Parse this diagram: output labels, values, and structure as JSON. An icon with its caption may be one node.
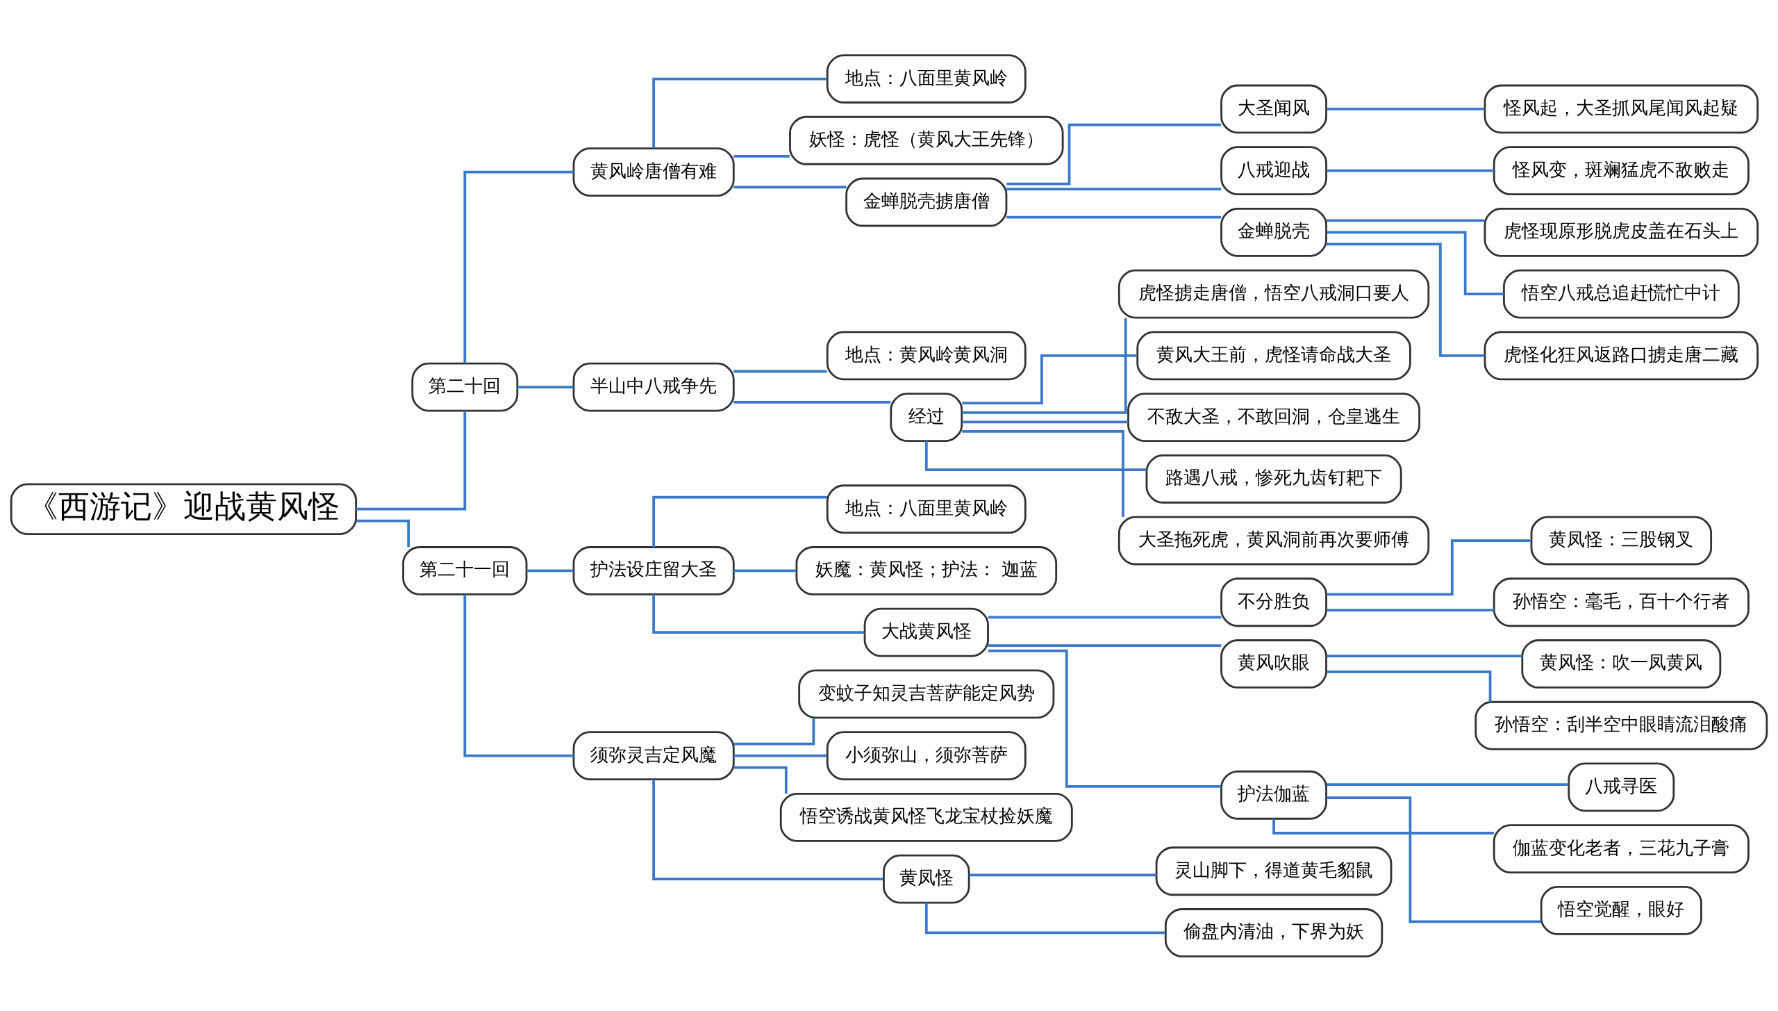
{
  "diagram": {
    "nodes": [
      {
        "text": [
          "《西游记》迎战黄风怪"
        ]
      },
      {
        "text": [
          "第二十回"
        ]
      },
      {
        "text": [
          "黄风岭唐僧有难"
        ]
      },
      {
        "text": [
          "地点：八面里黄风岭"
        ]
      },
      {
        "text": [
          "妖怪：虎怪（黄风大王先锋）"
        ]
      },
      {
        "text": [
          "金蝉脱壳掳唐僧"
        ]
      },
      {
        "text": [
          "大圣闻风"
        ]
      },
      {
        "text": [
          "怪风起，大圣抓风尾闻风起疑"
        ]
      },
      {
        "text": [
          "八戒迎战"
        ]
      },
      {
        "text": [
          "怪风变，斑斓猛虎不敌败走"
        ]
      },
      {
        "text": [
          "金蝉脱壳"
        ]
      },
      {
        "text": [
          "虎怪现原形脱虎皮盖在石头上"
        ]
      },
      {
        "text": [
          "悟空八戒总追赶慌忙中计"
        ]
      },
      {
        "text": [
          "虎怪化狂风返路口掳走唐二藏"
        ]
      },
      {
        "text": [
          "半山中八戒争先"
        ]
      },
      {
        "text": [
          "地点：黄风岭黄风洞"
        ]
      },
      {
        "text": [
          "经过"
        ]
      },
      {
        "text": [
          "虎怪掳走唐僧，悟空八戒洞口要人"
        ]
      },
      {
        "text": [
          "黄风大王前，虎怪请命战大圣"
        ]
      },
      {
        "text": [
          "不敌大圣，不敢回洞，仓皇逃生"
        ]
      },
      {
        "text": [
          "路遇八戒，惨死九齿钉耙下"
        ]
      },
      {
        "text": [
          "大圣拖死虎，黄风洞前再次要师傅"
        ]
      },
      {
        "text": [
          "第二十一回"
        ]
      },
      {
        "text": [
          "护法设庄留大圣"
        ]
      },
      {
        "text": [
          "地点：八面里黄风岭"
        ]
      },
      {
        "text": [
          "妖魔：黄风怪；护法： 迦蓝"
        ]
      },
      {
        "text": [
          "大战黄风怪"
        ]
      },
      {
        "text": [
          "不分胜负"
        ]
      },
      {
        "text": [
          "黄凤怪：三股钢叉"
        ]
      },
      {
        "text": [
          "孙悟空：毫毛，百十个行者"
        ]
      },
      {
        "text": [
          "黄风吹眼"
        ]
      },
      {
        "text": [
          "黄风怪：吹一凤黄风"
        ]
      },
      {
        "text": [
          "孙悟空：刮半空中眼睛流泪酸痛"
        ]
      },
      {
        "text": [
          "护法伽蓝"
        ]
      },
      {
        "text": [
          "八戒寻医"
        ]
      },
      {
        "text": [
          "伽蓝变化老者，三花九子膏"
        ]
      },
      {
        "text": [
          "悟空觉醒，眼好"
        ]
      },
      {
        "text": [
          "须弥灵吉定风魔"
        ]
      },
      {
        "text": [
          "变蚊子知灵吉菩萨能定风势"
        ]
      },
      {
        "text": [
          "小须弥山，须弥菩萨"
        ]
      },
      {
        "text": [
          "悟空诱战黄风怪飞龙宝杖捡妖魔"
        ]
      },
      {
        "text": [
          "黄凤怪"
        ]
      },
      {
        "text": [
          "灵山脚下，得道黄毛貂鼠"
        ]
      },
      {
        "text": [
          "偷盘内清油，下界为妖"
        ]
      }
    ],
    "edges": [
      {
        "from": 0,
        "to": 1,
        "arrow": "none"
      },
      {
        "from": 1,
        "to": 2,
        "arrow": "none"
      },
      {
        "from": 2,
        "to": 3,
        "arrow": "none"
      },
      {
        "from": 2,
        "to": 4,
        "arrow": "none"
      },
      {
        "from": 2,
        "to": 5,
        "arrow": "none"
      },
      {
        "from": 5,
        "to": 6,
        "arrow": "none"
      },
      {
        "from": 6,
        "to": 7,
        "arrow": "none"
      },
      {
        "from": 5,
        "to": 8,
        "arrow": "none"
      },
      {
        "from": 8,
        "to": 9,
        "arrow": "none"
      },
      {
        "from": 5,
        "to": 10,
        "arrow": "none"
      },
      {
        "from": 10,
        "to": 11,
        "arrow": "none"
      },
      {
        "from": 10,
        "to": 12,
        "arrow": "none"
      },
      {
        "from": 10,
        "to": 13,
        "arrow": "none"
      },
      {
        "from": 1,
        "to": 14,
        "arrow": "none"
      },
      {
        "from": 14,
        "to": 15,
        "arrow": "none"
      },
      {
        "from": 14,
        "to": 16,
        "arrow": "none"
      },
      {
        "from": 16,
        "to": 17,
        "arrow": "none"
      },
      {
        "from": 16,
        "to": 18,
        "arrow": "none"
      },
      {
        "from": 16,
        "to": 19,
        "arrow": "none"
      },
      {
        "from": 16,
        "to": 20,
        "arrow": "none"
      },
      {
        "from": 16,
        "to": 21,
        "arrow": "none"
      },
      {
        "from": 0,
        "to": 22,
        "arrow": "none"
      },
      {
        "from": 22,
        "to": 23,
        "arrow": "none"
      },
      {
        "from": 23,
        "to": 24,
        "arrow": "none"
      },
      {
        "from": 23,
        "to": 25,
        "arrow": "none"
      },
      {
        "from": 23,
        "to": 26,
        "arrow": "none"
      },
      {
        "from": 26,
        "to": 27,
        "arrow": "none"
      },
      {
        "from": 27,
        "to": 28,
        "arrow": "none"
      },
      {
        "from": 27,
        "to": 29,
        "arrow": "none"
      },
      {
        "from": 26,
        "to": 30,
        "arrow": "none"
      },
      {
        "from": 30,
        "to": 31,
        "arrow": "none"
      },
      {
        "from": 30,
        "to": 32,
        "arrow": "none"
      },
      {
        "from": 26,
        "to": 33,
        "arrow": "none"
      },
      {
        "from": 33,
        "to": 34,
        "arrow": "none"
      },
      {
        "from": 33,
        "to": 35,
        "arrow": "none"
      },
      {
        "from": 33,
        "to": 36,
        "arrow": "none"
      },
      {
        "from": 22,
        "to": 37,
        "arrow": "none"
      },
      {
        "from": 37,
        "to": 38,
        "arrow": "none"
      },
      {
        "from": 37,
        "to": 39,
        "arrow": "none"
      },
      {
        "from": 37,
        "to": 40,
        "arrow": "none"
      },
      {
        "from": 37,
        "to": 41,
        "arrow": "none"
      },
      {
        "from": 41,
        "to": 42,
        "arrow": "none"
      },
      {
        "from": 41,
        "to": 43,
        "arrow": "none"
      }
    ]
  }
}
